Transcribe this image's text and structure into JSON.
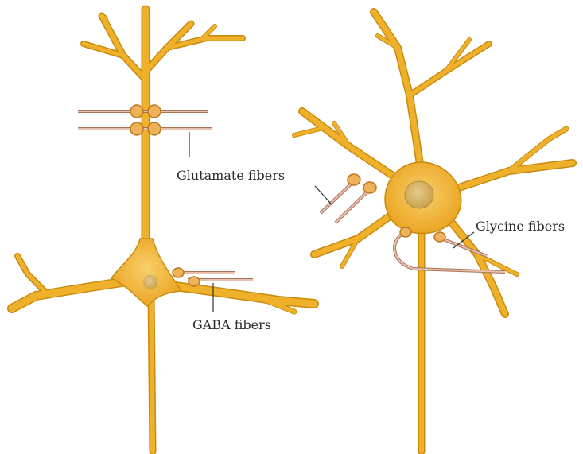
{
  "labels": {
    "glutamate": "Glutamate fibers",
    "gaba": "GABA fibers",
    "glycine": "Glycine fibers"
  },
  "colors": {
    "neuron_body": "#f0b12a",
    "neuron_outline": "#c98a10",
    "nucleus": "#d9a640",
    "fiber": "#cf9a7a",
    "fiber_outline": "#a9735a",
    "terminal": "#efb25a",
    "leader_line": "#333333",
    "text": "#2b2b2b"
  }
}
